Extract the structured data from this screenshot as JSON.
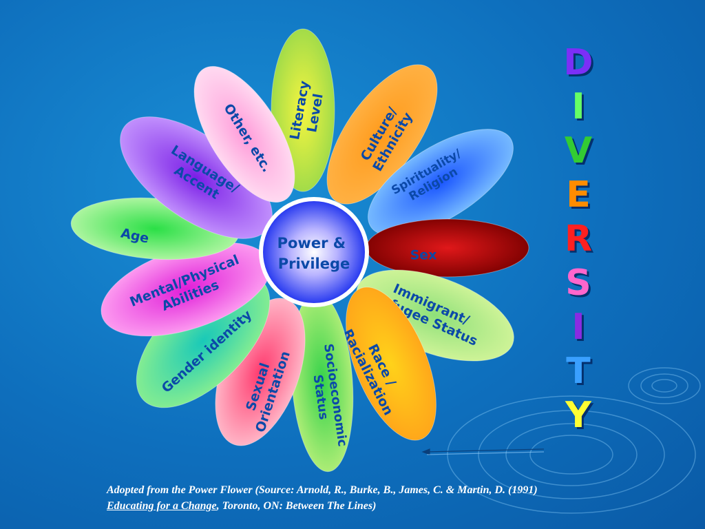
{
  "center": {
    "line1": "Power &",
    "line2": "Privilege"
  },
  "petals": [
    {
      "id": "literacy",
      "lines": [
        "Literacy",
        "Level"
      ],
      "color": "#f5f540",
      "edge": "#9ad94a"
    },
    {
      "id": "culture",
      "lines": [
        "Culture/",
        "Ethnicity"
      ],
      "color": "#ff9a1a",
      "edge": "#ffb347"
    },
    {
      "id": "spirituality",
      "lines": [
        "Spirituality/",
        "Religion"
      ],
      "color": "#1a55ff",
      "edge": "#7ec3ff"
    },
    {
      "id": "sex",
      "lines": [
        "Sex"
      ],
      "color": "#e0181a",
      "edge": "#7a0000"
    },
    {
      "id": "immigrant",
      "lines": [
        "Immigrant/",
        "Refugee Status"
      ],
      "color": "#8fe07a",
      "edge": "#d4f59a"
    },
    {
      "id": "race",
      "lines": [
        "Race /",
        "Racialization"
      ],
      "color": "#ffd21a",
      "edge": "#ffa31a"
    },
    {
      "id": "socioeconomic",
      "lines": [
        "Socioeconomic",
        "Status"
      ],
      "color": "#34d24a",
      "edge": "#b8ef7a"
    },
    {
      "id": "sexual-orientation",
      "lines": [
        "Sexual",
        "Orientation"
      ],
      "color": "#ff3a6e",
      "edge": "#ffc1cf"
    },
    {
      "id": "gender-identity",
      "lines": [
        "Gender identity"
      ],
      "color": "#19c9b8",
      "edge": "#8ef08e"
    },
    {
      "id": "mental-physical",
      "lines": [
        "Mental/Physical",
        "Abilities"
      ],
      "color": "#e01ed8",
      "edge": "#ffa6f2"
    },
    {
      "id": "age",
      "lines": [
        "Age"
      ],
      "color": "#2adf46",
      "edge": "#b9f7a8"
    },
    {
      "id": "language",
      "lines": [
        "Language/",
        "Accent"
      ],
      "color": "#7a1ee6",
      "edge": "#c89bff"
    },
    {
      "id": "other",
      "lines": [
        "Other, etc."
      ],
      "color": "#ff9bd9",
      "edge": "#ffe0f3"
    }
  ],
  "title_letters": [
    {
      "char": "D",
      "color": "#7b2ff7"
    },
    {
      "char": "I",
      "color": "#66ff66"
    },
    {
      "char": "V",
      "color": "#33cc33"
    },
    {
      "char": "E",
      "color": "#ff8c00"
    },
    {
      "char": "R",
      "color": "#ff2020"
    },
    {
      "char": "S",
      "color": "#ff66cc"
    },
    {
      "char": "I",
      "color": "#8a2be2"
    },
    {
      "char": "T",
      "color": "#3aa0ff"
    },
    {
      "char": "Y",
      "color": "#ffff33"
    }
  ],
  "caption": {
    "line1": "Adopted from the Power Flower (Source: Arnold, R., Burke, B., James, C. & Martin, D. (1991)",
    "book_title": "Educating for a Change",
    "line2_rest": ", Toronto, ON: Between The Lines)"
  }
}
